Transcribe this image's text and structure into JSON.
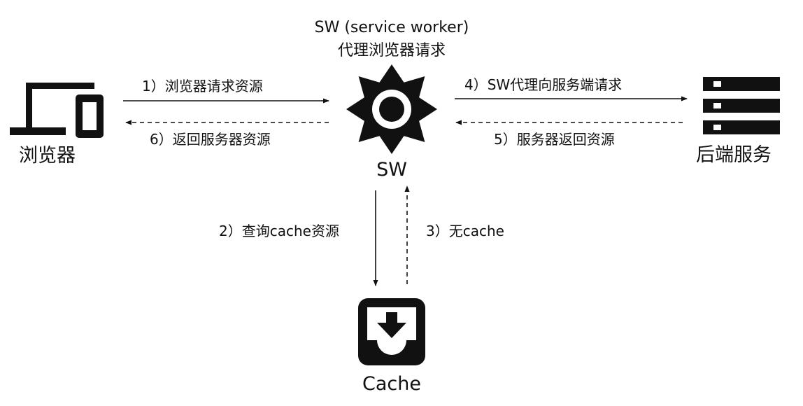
{
  "sw_title_line1": "SW (service worker)",
  "sw_title_line2": "代理浏览器请求",
  "nodes": {
    "browser": {
      "label": "浏览器",
      "icon": "laptop-phone-icon"
    },
    "sw": {
      "label": "SW",
      "icon": "gear-icon"
    },
    "server": {
      "label": "后端服务",
      "icon": "server-rack-icon"
    },
    "cache": {
      "label": "Cache",
      "icon": "inbox-download-icon"
    }
  },
  "steps": {
    "s1": "1）浏览器请求资源",
    "s2": "2）查询cache资源",
    "s3": "3）无cache",
    "s4": "4）SW代理向服务端请求",
    "s5": "5）服务器返回资源",
    "s6": "6）返回服务器资源"
  },
  "colors": {
    "ink": "#111111",
    "background": "#ffffff"
  }
}
